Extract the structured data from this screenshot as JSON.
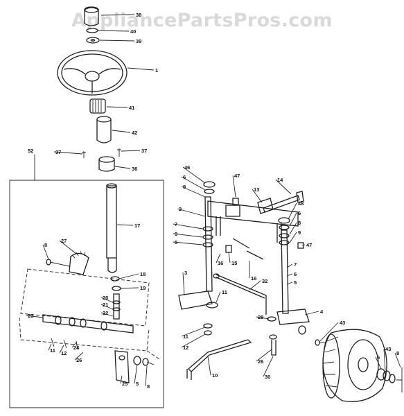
{
  "watermark": "AppliancePartsPros.com",
  "callouts": [
    {
      "id": "c38",
      "text": "38"
    },
    {
      "id": "c40",
      "text": "40"
    },
    {
      "id": "c39",
      "text": "39"
    },
    {
      "id": "c1",
      "text": "1"
    },
    {
      "id": "c41",
      "text": "41"
    },
    {
      "id": "c42",
      "text": "42"
    },
    {
      "id": "c37a",
      "text": "37"
    },
    {
      "id": "c37b",
      "text": "37"
    },
    {
      "id": "c36",
      "text": "36"
    },
    {
      "id": "c52",
      "text": "52"
    },
    {
      "id": "c17",
      "text": "17"
    },
    {
      "id": "c27",
      "text": "27"
    },
    {
      "id": "c8a",
      "text": "8"
    },
    {
      "id": "c18",
      "text": "18"
    },
    {
      "id": "c19",
      "text": "19"
    },
    {
      "id": "c20",
      "text": "20"
    },
    {
      "id": "c21",
      "text": "21"
    },
    {
      "id": "c22",
      "text": "22"
    },
    {
      "id": "c23",
      "text": "23"
    },
    {
      "id": "c11a",
      "text": "11"
    },
    {
      "id": "c12a",
      "text": "12"
    },
    {
      "id": "c24",
      "text": "24"
    },
    {
      "id": "c26a",
      "text": "26"
    },
    {
      "id": "c25",
      "text": "25"
    },
    {
      "id": "c5a",
      "text": "5"
    },
    {
      "id": "c8b",
      "text": "8"
    },
    {
      "id": "c46",
      "text": "46"
    },
    {
      "id": "c6a",
      "text": "6"
    },
    {
      "id": "c9a",
      "text": "9"
    },
    {
      "id": "c47a",
      "text": "47"
    },
    {
      "id": "c13",
      "text": "13"
    },
    {
      "id": "c14",
      "text": "14"
    },
    {
      "id": "c2",
      "text": "2"
    },
    {
      "id": "c7a",
      "text": "7"
    },
    {
      "id": "c9b",
      "text": "9"
    },
    {
      "id": "c5b",
      "text": "5"
    },
    {
      "id": "c16a",
      "text": "16"
    },
    {
      "id": "c15",
      "text": "15"
    },
    {
      "id": "c16b",
      "text": "16"
    },
    {
      "id": "c48",
      "text": "48"
    },
    {
      "id": "c6b",
      "text": "6"
    },
    {
      "id": "c8c",
      "text": "8"
    },
    {
      "id": "c9c",
      "text": "9"
    },
    {
      "id": "c47b",
      "text": "47"
    },
    {
      "id": "c7b",
      "text": "7"
    },
    {
      "id": "c6c",
      "text": "6"
    },
    {
      "id": "c5c",
      "text": "5"
    },
    {
      "id": "c3",
      "text": "3"
    },
    {
      "id": "c32",
      "text": "32"
    },
    {
      "id": "c11b",
      "text": "11"
    },
    {
      "id": "c4",
      "text": "4"
    },
    {
      "id": "c28",
      "text": "28"
    },
    {
      "id": "c11c",
      "text": "11"
    },
    {
      "id": "c12b",
      "text": "12"
    },
    {
      "id": "c43a",
      "text": "43"
    },
    {
      "id": "c26b",
      "text": "26"
    },
    {
      "id": "c10",
      "text": "10"
    },
    {
      "id": "c30",
      "text": "30"
    },
    {
      "id": "c6d",
      "text": "6"
    },
    {
      "id": "c43b",
      "text": "43"
    },
    {
      "id": "c8d",
      "text": "8"
    }
  ]
}
